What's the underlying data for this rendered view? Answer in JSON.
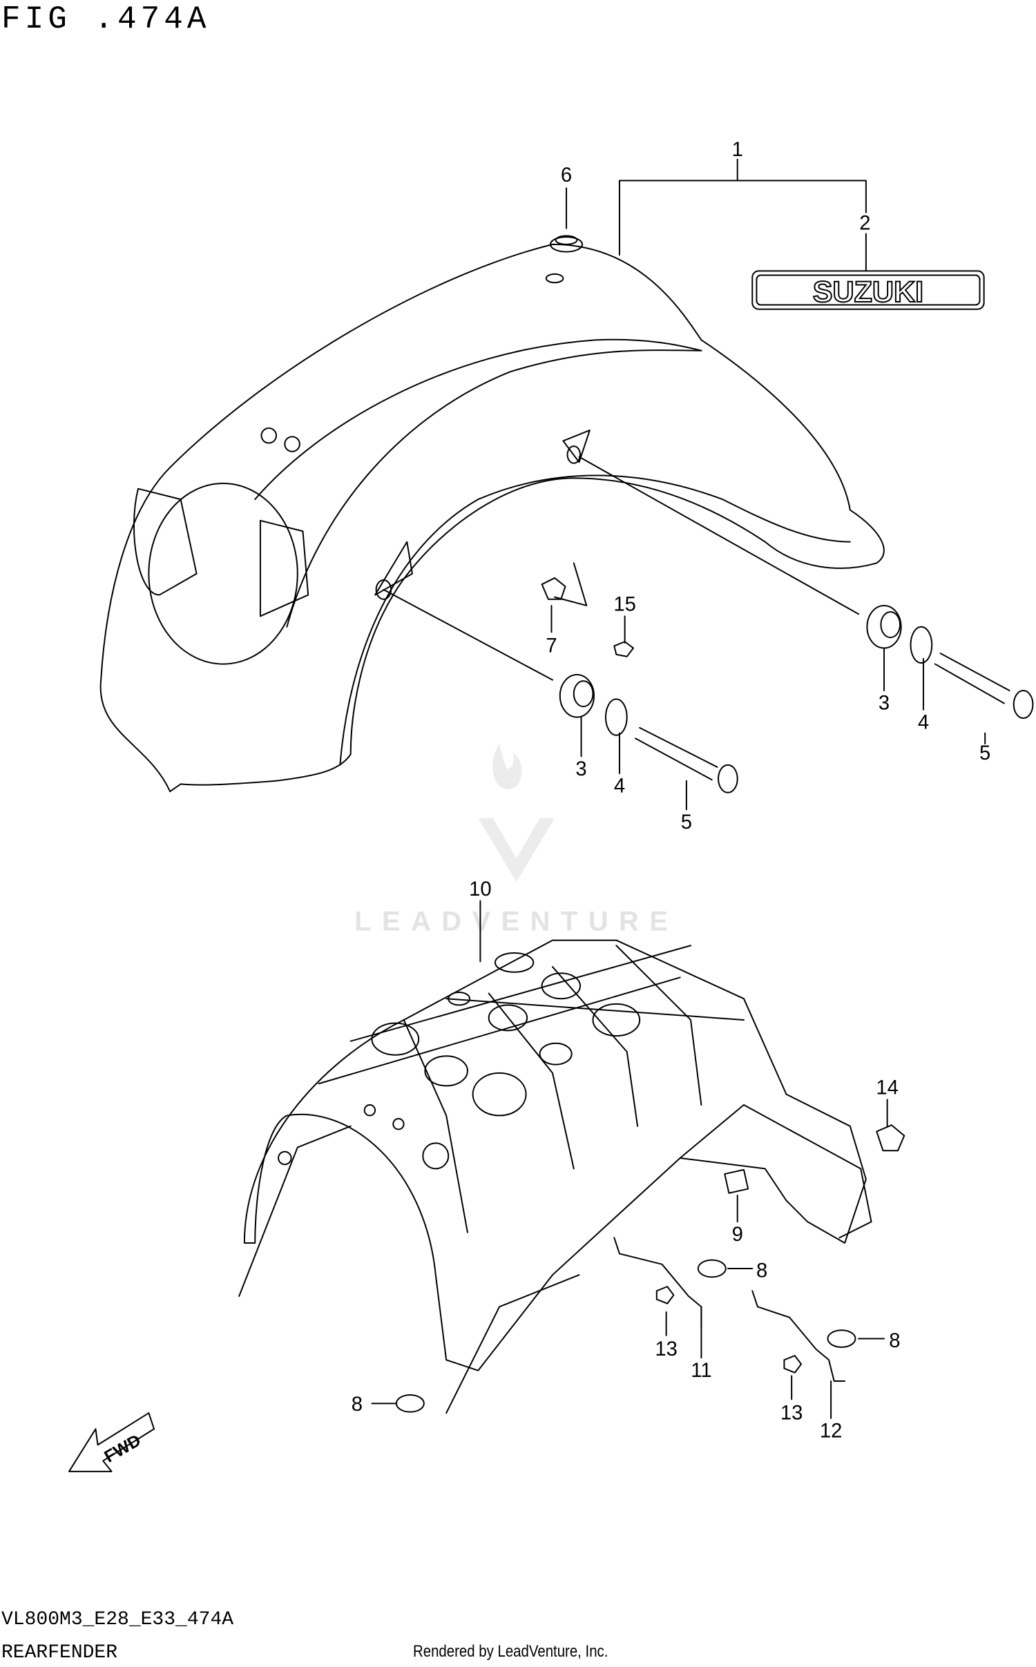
{
  "header": {
    "figure": "FIG .474A"
  },
  "footer": {
    "model_code": "VL800M3_E28_E33_474A",
    "section_name": "REARFENDER",
    "credit": "Rendered by LeadVenture, Inc."
  },
  "watermark": {
    "text": "LEADVENTURE"
  },
  "emblem": {
    "text": "SUZUKI"
  },
  "fwd_arrow": {
    "text": "FWD"
  },
  "callouts": [
    "1",
    "2",
    "6",
    "15",
    "7",
    "3",
    "4",
    "5",
    "3",
    "4",
    "5",
    "10",
    "14",
    "9",
    "8",
    "8",
    "8",
    "13",
    "11",
    "13",
    "12"
  ]
}
